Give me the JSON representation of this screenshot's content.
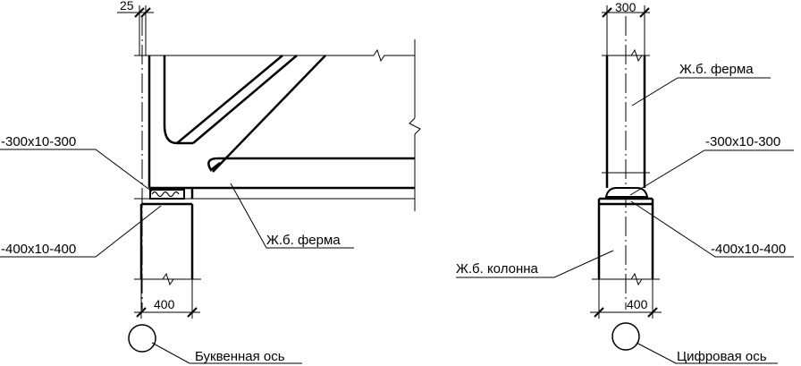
{
  "left_view": {
    "dim_top": "25",
    "dim_bottom": "400",
    "plate_upper": "-300х10-300",
    "plate_lower": "-400х10-400",
    "truss_label": "Ж.б. ферма",
    "axis_label": "Буквенная ось"
  },
  "right_view": {
    "dim_top": "300",
    "dim_bottom": "400",
    "truss_label": "Ж.б. ферма",
    "plate_upper": "-300х10-300",
    "plate_lower": "-400х10-400",
    "column_label": "Ж.б. колонна",
    "axis_label": "Цифровая ось"
  }
}
